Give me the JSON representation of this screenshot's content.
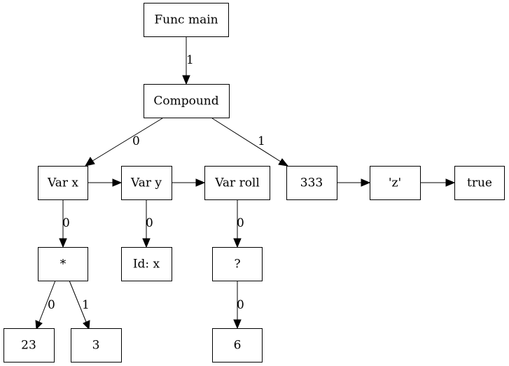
{
  "nodes": {
    "func_main": "Func main",
    "compound": "Compound",
    "var_x": "Var x",
    "var_y": "Var y",
    "var_roll": "Var roll",
    "lit_333": "333",
    "lit_z": "'z'",
    "lit_true": "true",
    "op_mul": "*",
    "id_x": "Id: x",
    "op_q": "?",
    "lit_23": "23",
    "lit_3": "3",
    "lit_6": "6"
  },
  "edges": {
    "main_compound": "1",
    "compound_varx": "0",
    "compound_333": "1",
    "varx_mul": "0",
    "vary_idx": "0",
    "varroll_q": "0",
    "mul_23": "0",
    "mul_3": "1",
    "q_6": "0"
  }
}
